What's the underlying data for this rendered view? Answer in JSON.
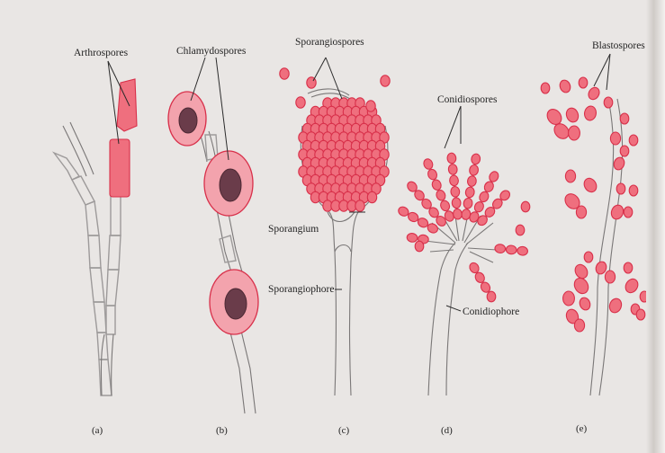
{
  "labels": {
    "arthrospores": "Arthrospores",
    "chlamydospores": "Chlamydospores",
    "sporangiospores": "Sporangiospores",
    "sporangium": "Sporangium",
    "sporangiophore": "Sporangiophore",
    "conidiospores": "Conidiospores",
    "conidiophore": "Conidiophore",
    "blastospores": "Blastospores"
  },
  "panels": [
    "(a)",
    "(b)",
    "(c)",
    "(d)",
    "(e)"
  ],
  "colors": {
    "spore": "#ef6f7e",
    "spore_outline": "#d8304a",
    "nucleus": "#6a3c4a",
    "hypha": "#9d9a9a",
    "background": "#e9e6e4"
  }
}
